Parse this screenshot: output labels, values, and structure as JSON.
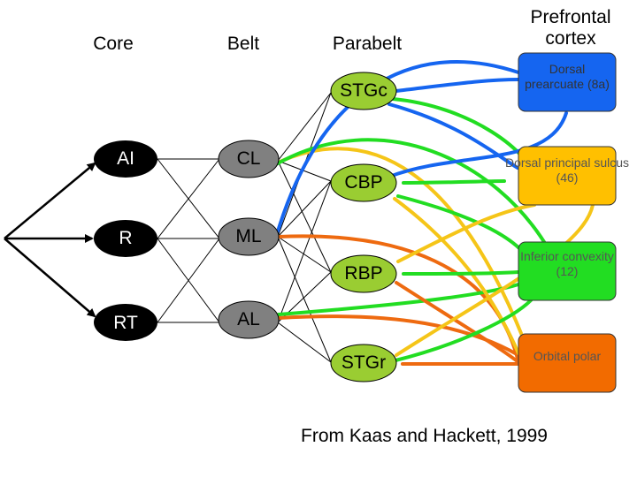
{
  "columns": {
    "core": "Core",
    "belt": "Belt",
    "parabelt": "Parabelt",
    "prefrontal": "Prefrontal cortex"
  },
  "nodes": {
    "core": [
      "AI",
      "R",
      "RT"
    ],
    "belt": [
      "CL",
      "ML",
      "AL"
    ],
    "parabelt": [
      "STGc",
      "CBP",
      "RBP",
      "STGr"
    ],
    "prefrontal": [
      {
        "name": "Dorsal prearcuate (8a)",
        "color": "#1565f0"
      },
      {
        "name": "Dorsal principal sulcus (46)",
        "color": "#ffc000"
      },
      {
        "name": "Inferior convexity (12)",
        "color": "#22dd22"
      },
      {
        "name": "Orbital polar",
        "color": "#f26b00"
      }
    ]
  },
  "colors": {
    "core_node": "#000000",
    "belt_node": "#808080",
    "parabelt_node": "#9acd32",
    "blue_path": "#1565f0",
    "yellow_path": "#f5c518",
    "green_path": "#22dd22",
    "orange_path": "#ee6a10"
  },
  "credit": "From Kaas and Hackett, 1999"
}
